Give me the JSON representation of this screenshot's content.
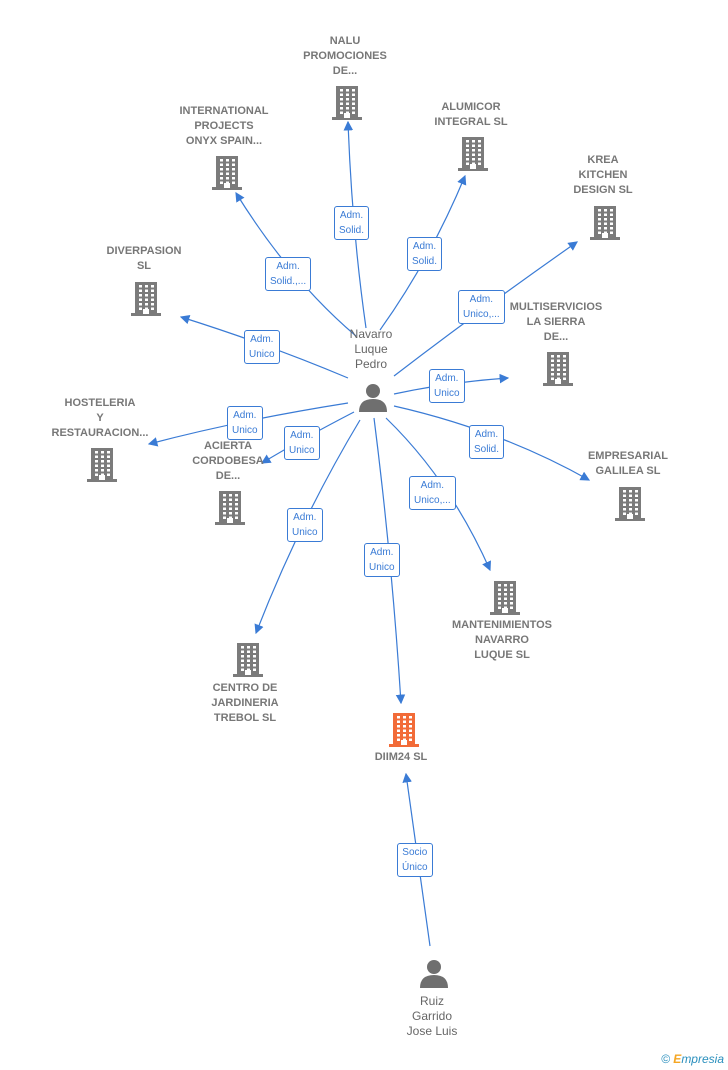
{
  "center_person": "Navarro\nLuque\nPedro",
  "second_person": "Ruiz\nGarrido\nJose Luis",
  "focus_company": "DIIM24  SL",
  "companies": [
    "NALU\nPROMOCIONES\nDE...",
    "INTERNATIONAL\nPROJECTS\nONYX SPAIN...",
    "ALUMICOR\nINTEGRAL  SL",
    "KREA\nKITCHEN\nDESIGN  SL",
    "DIVERPASION\nSL",
    "MULTISERVICIOS\nLA SIERRA\nDE...",
    "HOSTELERIA\nY\nRESTAURACION...",
    "ACIERTA\nCORDOBESA\nDE...",
    "EMPRESARIAL\nGALILEA  SL",
    "MANTENIMIENTOS\nNAVARRO\nLUQUE  SL",
    "CENTRO DE\nJARDINERIA\nTREBOL SL"
  ],
  "edge_labels": [
    "Adm.\nSolid.",
    "Adm.\nSolid.,...",
    "Adm.\nSolid.",
    "Adm.\nUnico,...",
    "Adm.\nUnico",
    "Adm.\nUnico",
    "Adm.\nUnico",
    "Adm.\nUnico",
    "Adm.\nSolid.",
    "Adm.\nUnico,...",
    "Adm.\nUnico",
    "Adm.\nUnico",
    "Socio\nÚnico"
  ],
  "colors": {
    "edge": "#3a7bd5",
    "company_icon": "#7b7b7b",
    "focus_icon": "#f26b38",
    "person_icon": "#6f6f6f"
  },
  "footer": {
    "copyright": "©",
    "brand_initial": "E",
    "brand_rest": "mpresia"
  }
}
